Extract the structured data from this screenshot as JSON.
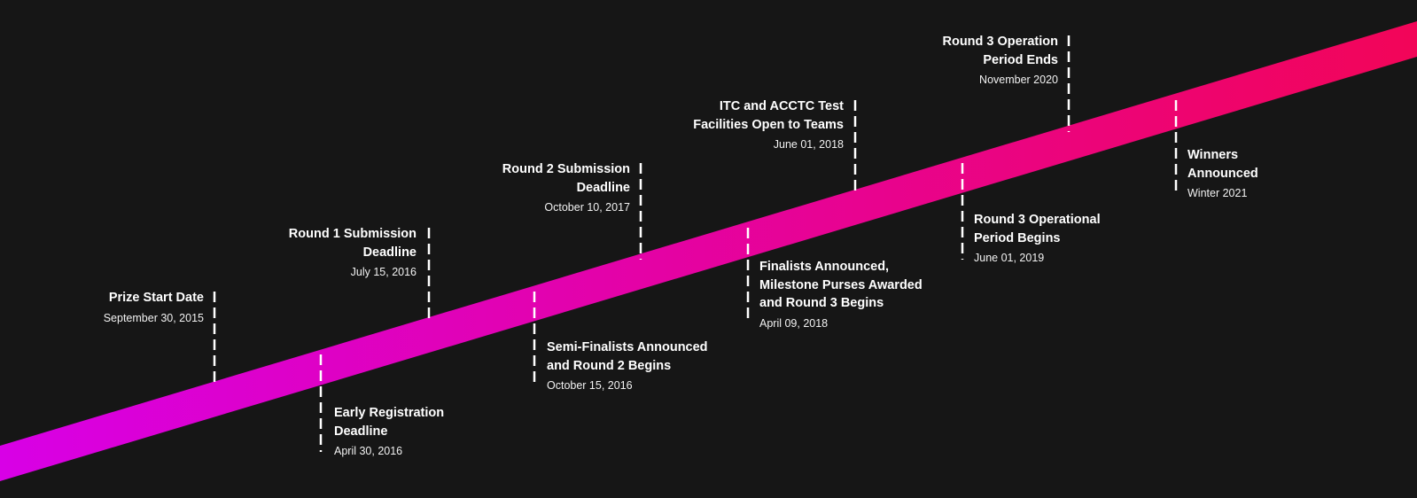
{
  "band": {
    "start_color": "#d800e6",
    "end_color": "#f20558"
  },
  "marker_color": "#ffffff",
  "text_color": "#ffffff",
  "events": [
    {
      "id": "prize-start",
      "title_lines": [
        "Prize Start Date"
      ],
      "date": "September 30, 2015"
    },
    {
      "id": "early-registration",
      "title_lines": [
        "Early Registration",
        "Deadline"
      ],
      "date": "April 30, 2016"
    },
    {
      "id": "round1-submission",
      "title_lines": [
        "Round 1 Submission",
        "Deadline"
      ],
      "date": "July 15, 2016"
    },
    {
      "id": "semi-finalists",
      "title_lines": [
        "Semi-Finalists Announced",
        "and Round 2 Begins"
      ],
      "date": "October 15, 2016"
    },
    {
      "id": "round2-submission",
      "title_lines": [
        "Round 2 Submission",
        "Deadline"
      ],
      "date": "October 10, 2017"
    },
    {
      "id": "finalists-announced",
      "title_lines": [
        "Finalists Announced,",
        "Milestone Purses Awarded",
        "and Round 3 Begins"
      ],
      "date": "April 09, 2018"
    },
    {
      "id": "test-facilities",
      "title_lines": [
        "ITC and ACCTC Test",
        "Facilities Open to Teams"
      ],
      "date": "June 01, 2018"
    },
    {
      "id": "round3-begins",
      "title_lines": [
        "Round 3 Operational",
        "Period Begins"
      ],
      "date": "June 01, 2019"
    },
    {
      "id": "round3-ends",
      "title_lines": [
        "Round 3 Operation",
        "Period Ends"
      ],
      "date": "November 2020"
    },
    {
      "id": "winners",
      "title_lines": [
        "Winners",
        "Announced"
      ],
      "date": "Winter 2021"
    }
  ]
}
